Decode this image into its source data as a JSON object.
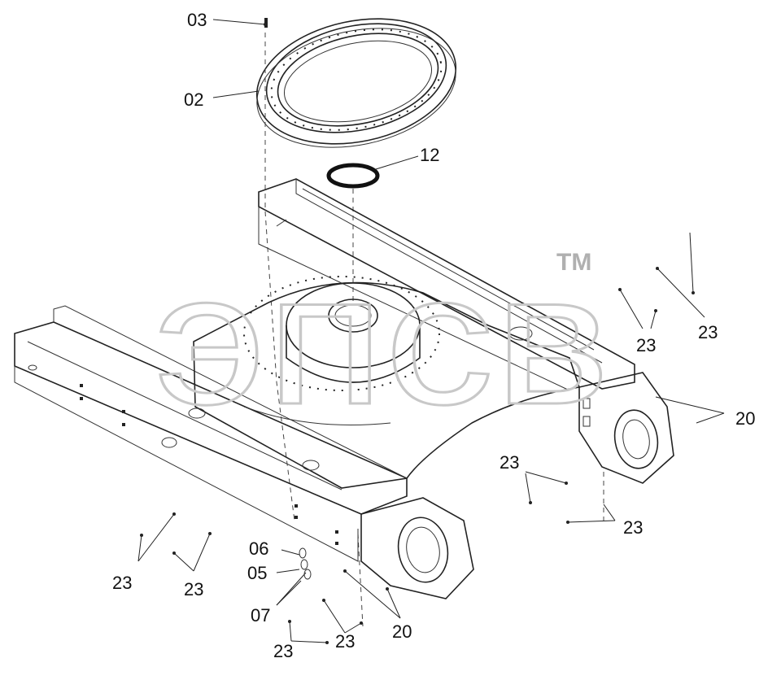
{
  "watermark": {
    "text": "эпсв",
    "trademark": "TM"
  },
  "callouts": {
    "c03": "03",
    "c02": "02",
    "c12": "12",
    "c23_r1": "23",
    "c23_r2": "23",
    "c20_r": "20",
    "c23_m1": "23",
    "c23_m2": "23",
    "c06": "06",
    "c05": "05",
    "c07": "07",
    "c23_l1": "23",
    "c23_l2": "23",
    "c23_b1": "23",
    "c23_b2": "23",
    "c20_b": "20"
  }
}
